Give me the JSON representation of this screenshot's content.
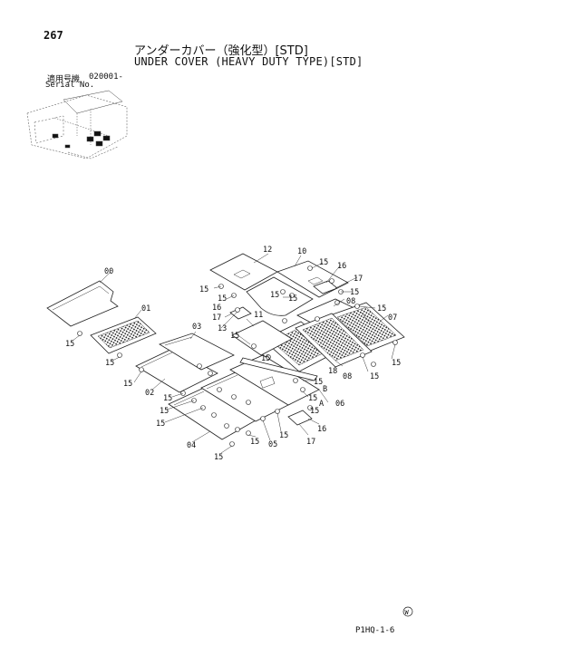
{
  "header": {
    "page_number": "267",
    "title_jp": "アンダーカバー（強化型）[STD]",
    "title_en": "UNDER COVER (HEAVY DUTY TYPE)[STD]",
    "serial_jp": "適用号機",
    "serial_en": "Serial No.",
    "serial_value": "020001-"
  },
  "part_labels": {
    "p00": "00",
    "p01": "01",
    "p02": "02",
    "p03": "03",
    "p04": "04",
    "p05": "05",
    "p06": "06",
    "p07": "07",
    "p08a": "08",
    "p08b": "08",
    "p10": "10",
    "p11": "11",
    "p12": "12",
    "p13": "13",
    "p16a": "16",
    "p16b": "16",
    "p16c": "16",
    "p17a": "17",
    "p17b": "17",
    "p17c": "17",
    "p18": "18",
    "pA": "A",
    "pB": "B",
    "p15": "15"
  },
  "footer": {
    "mark": "W",
    "page_code": "P1HQ-1-6"
  }
}
